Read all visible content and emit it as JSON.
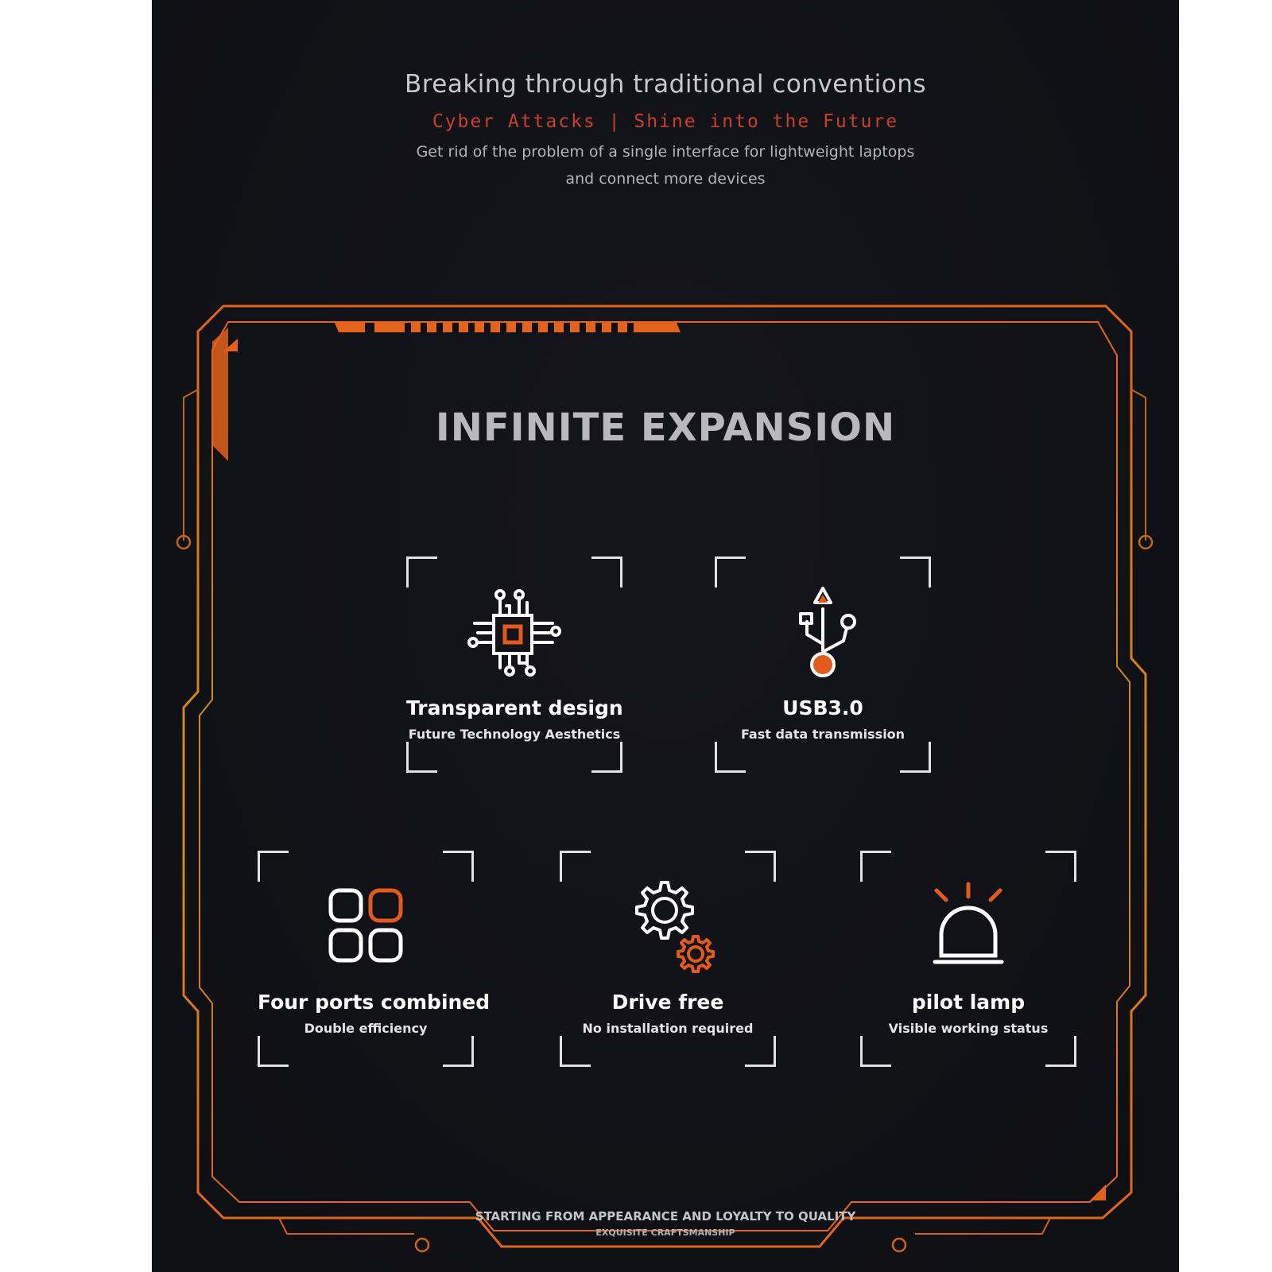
{
  "header": {
    "title": "Breaking through traditional conventions",
    "subtitle": "Cyber Attacks | Shine into the Future",
    "description_line1": "Get rid of the problem of a single interface for lightweight laptops",
    "description_line2": "and connect more devices"
  },
  "main_title": "INFINITE EXPANSION",
  "features": [
    {
      "title": "Transparent design",
      "subtitle": "Future Technology Aesthetics",
      "icon": "chip-icon"
    },
    {
      "title": "USB3.0",
      "subtitle": "Fast data transmission",
      "icon": "usb-icon"
    },
    {
      "title": "Four ports combined",
      "subtitle": "Double efficiency",
      "icon": "four-squares-icon"
    },
    {
      "title": "Drive free",
      "subtitle": "No installation required",
      "icon": "gears-icon"
    },
    {
      "title": "pilot lamp",
      "subtitle": "Visible working status",
      "icon": "alarm-lamp-icon"
    }
  ],
  "footer": {
    "line1": "STARTING FROM APPEARANCE AND LOYALTY TO QUALITY",
    "line2": "EXQUISITE CRAFTSMANSHIP"
  },
  "colors": {
    "background": "#111217",
    "accent_orange": "#e35a1c",
    "frame_gold": "#c58a1e",
    "subtitle_red": "#c6402a",
    "text_white": "#ffffff"
  }
}
